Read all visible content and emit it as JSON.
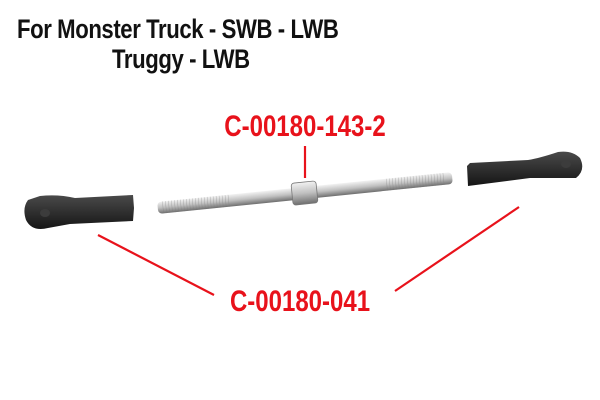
{
  "title": {
    "line1": "For Monster Truck - SWB - LWB",
    "line2": "Truggy - LWB"
  },
  "parts": {
    "turnbuckle": {
      "code": "C-00180-143-2"
    },
    "rod_ends": {
      "code": "C-00180-041"
    }
  },
  "colors": {
    "label": "#e8121b",
    "rod_end": "#222222",
    "rod": "#c9c9c9"
  }
}
